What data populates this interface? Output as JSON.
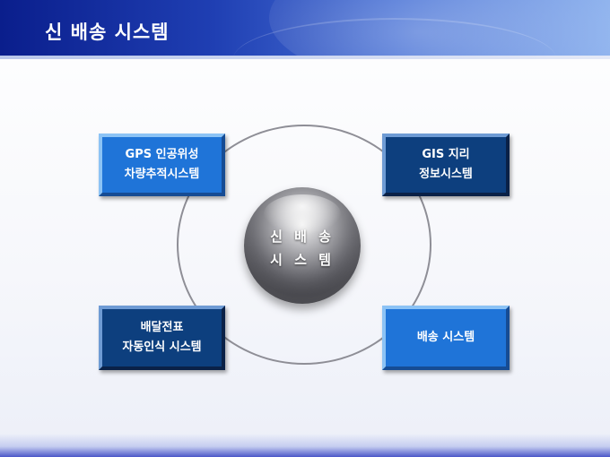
{
  "slide": {
    "title": "신 배송 시스템"
  },
  "diagram": {
    "center": {
      "line1": "신 배 송",
      "line2": "시 스 템"
    },
    "boxes": {
      "top_left": {
        "line1": "GPS 인공위성",
        "line2": "차량추적시스템"
      },
      "top_right": {
        "line1": "GIS 지리",
        "line2": "정보시스템"
      },
      "bottom_left": {
        "line1": "배달전표",
        "line2": "자동인식 시스템"
      },
      "bottom_right": {
        "line1": "배송 시스템"
      }
    }
  },
  "colors": {
    "title_bar": "#1f3fb3",
    "box_light": "#1f74d8",
    "box_dark": "#0d3f7e",
    "ring": "#8e8e96"
  }
}
